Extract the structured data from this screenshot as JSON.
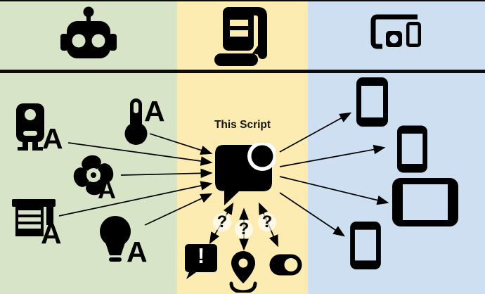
{
  "diagram": {
    "center_label": "This Script",
    "ai_labels": {
      "water_heater": "A",
      "thermometer": "A",
      "fan": "A",
      "blinds": "A",
      "lightbulb": "A"
    },
    "question_marks": [
      "?",
      "?",
      "?"
    ],
    "notify_exclamation": "!",
    "colors": {
      "automation_column": "#d8e4c8",
      "script_column": "#fdecb2",
      "devices_column": "#cddff0",
      "icon": "#000000",
      "question_circle": "rgba(255,255,255,0.66)"
    }
  }
}
